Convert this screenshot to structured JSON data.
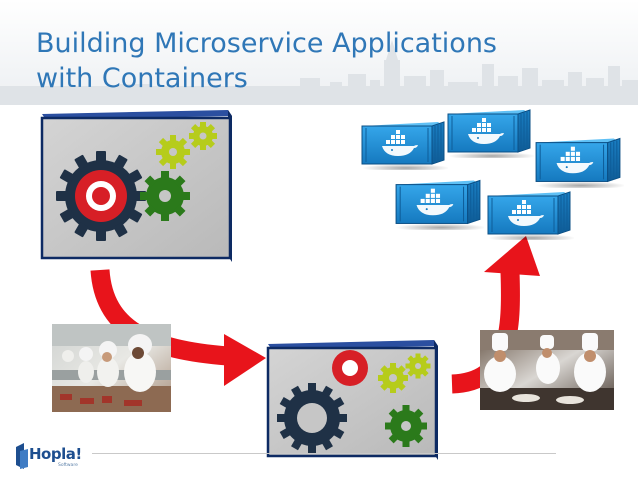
{
  "slide": {
    "title_line1": "Building Microservice Applications",
    "title_line2": "with Containers"
  },
  "logo": {
    "name": "Hopla!",
    "tagline": "Software"
  },
  "colors": {
    "title": "#2f77b7",
    "arrow": "#e8141b",
    "app_box": "#c6c6c6",
    "app_box_border": "#0d2a63",
    "gear_dark": "#1f3146",
    "gear_red": "#d71f26",
    "gear_green": "#2b7a1b",
    "gear_yellow": "#b6cc1b",
    "container": "#1f8ed6"
  },
  "diagram": {
    "monolith": {
      "icons": [
        "gear-dark-icon",
        "gear-red-icon",
        "gear-green-icon",
        "gear-yellow-icon",
        "gear-yellow-icon"
      ]
    },
    "modular_app": {
      "icons": [
        "gear-red-icon",
        "gear-yellow-icon",
        "gear-yellow-icon",
        "gear-dark-icon",
        "gear-green-icon"
      ]
    },
    "containers": {
      "count": 5,
      "icon": "docker-whale-icon"
    },
    "photos": [
      "kitchen-line-photo",
      "chefs-team-photo"
    ],
    "arrows": [
      "arrow-down-right",
      "arrow-up-right"
    ]
  }
}
